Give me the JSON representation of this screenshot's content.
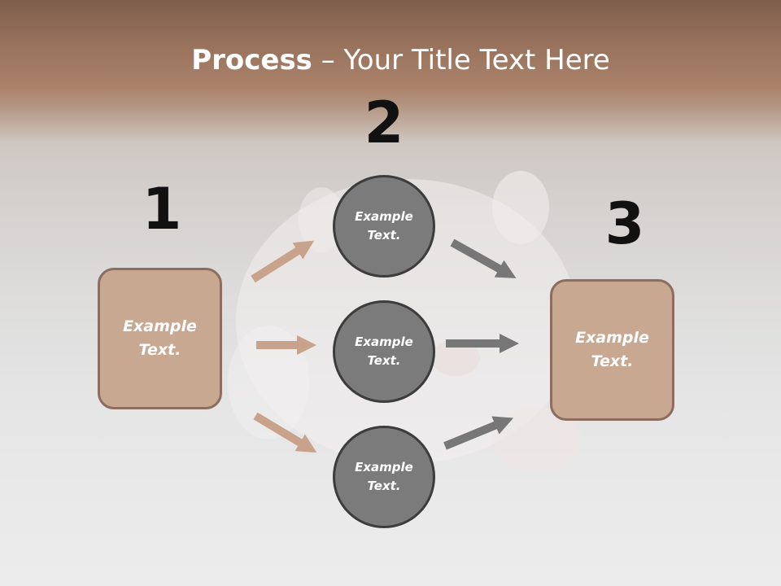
{
  "slide": {
    "title_bold": "Process",
    "title_rest": " – Your Title Text Here",
    "step_numbers": [
      "1",
      "2",
      "3"
    ],
    "left_box": "Example Text.",
    "right_box": "Example Text.",
    "circles": [
      "Example Text.",
      "Example Text.",
      "Example Text."
    ]
  },
  "colors": {
    "box_fill": "#c9a892",
    "box_border": "#8c6d5f",
    "circle_fill": "#7b7b7b",
    "circle_border": "#3c3c3c",
    "arrow_tan": "#c9a28b",
    "arrow_gray": "#777777"
  }
}
